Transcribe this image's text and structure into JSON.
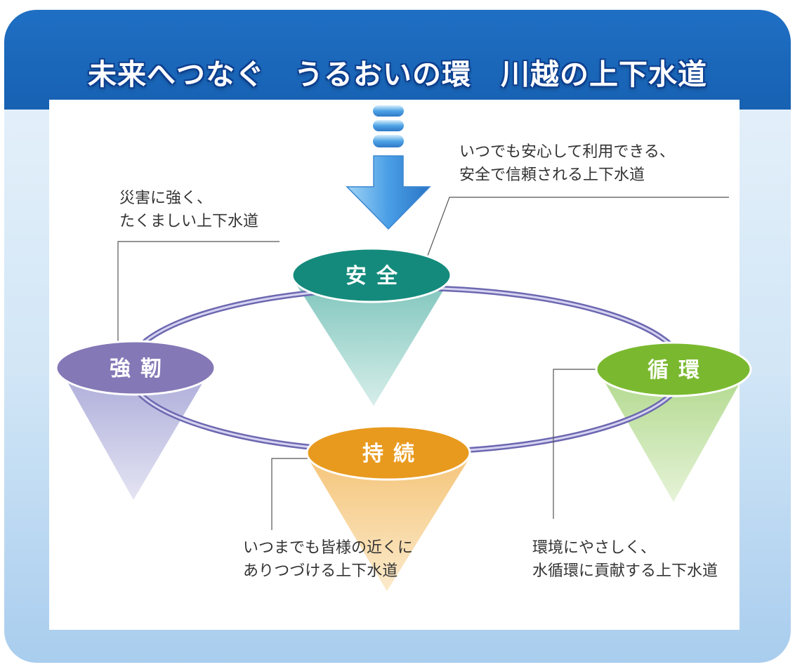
{
  "title": "未来へつなぐ　うるおいの環　川越の上下水道",
  "goals": [
    {
      "key": "anzen",
      "label": "安全",
      "color": "#148a7c",
      "cone_color": "#8ccfc7",
      "description": [
        "いつでも安心して利用できる、",
        "安全で信頼される上下水道"
      ]
    },
    {
      "key": "kyojin",
      "label": "強靭",
      "color": "#8478b6",
      "cone_color": "#b7b6dc",
      "description": [
        "災害に強く、",
        "たくましい上下水道"
      ]
    },
    {
      "key": "junkan",
      "label": "循環",
      "color": "#7ab92f",
      "cone_color": "#bfe09a",
      "description": [
        "環境にやさしく、",
        "水循環に貢献する上下水道"
      ]
    },
    {
      "key": "jizoku",
      "label": "持続",
      "color": "#e89a1f",
      "cone_color": "#f6cf8c",
      "description": [
        "いつまでも皆様の近くに",
        "ありつづける上下水道"
      ]
    }
  ]
}
